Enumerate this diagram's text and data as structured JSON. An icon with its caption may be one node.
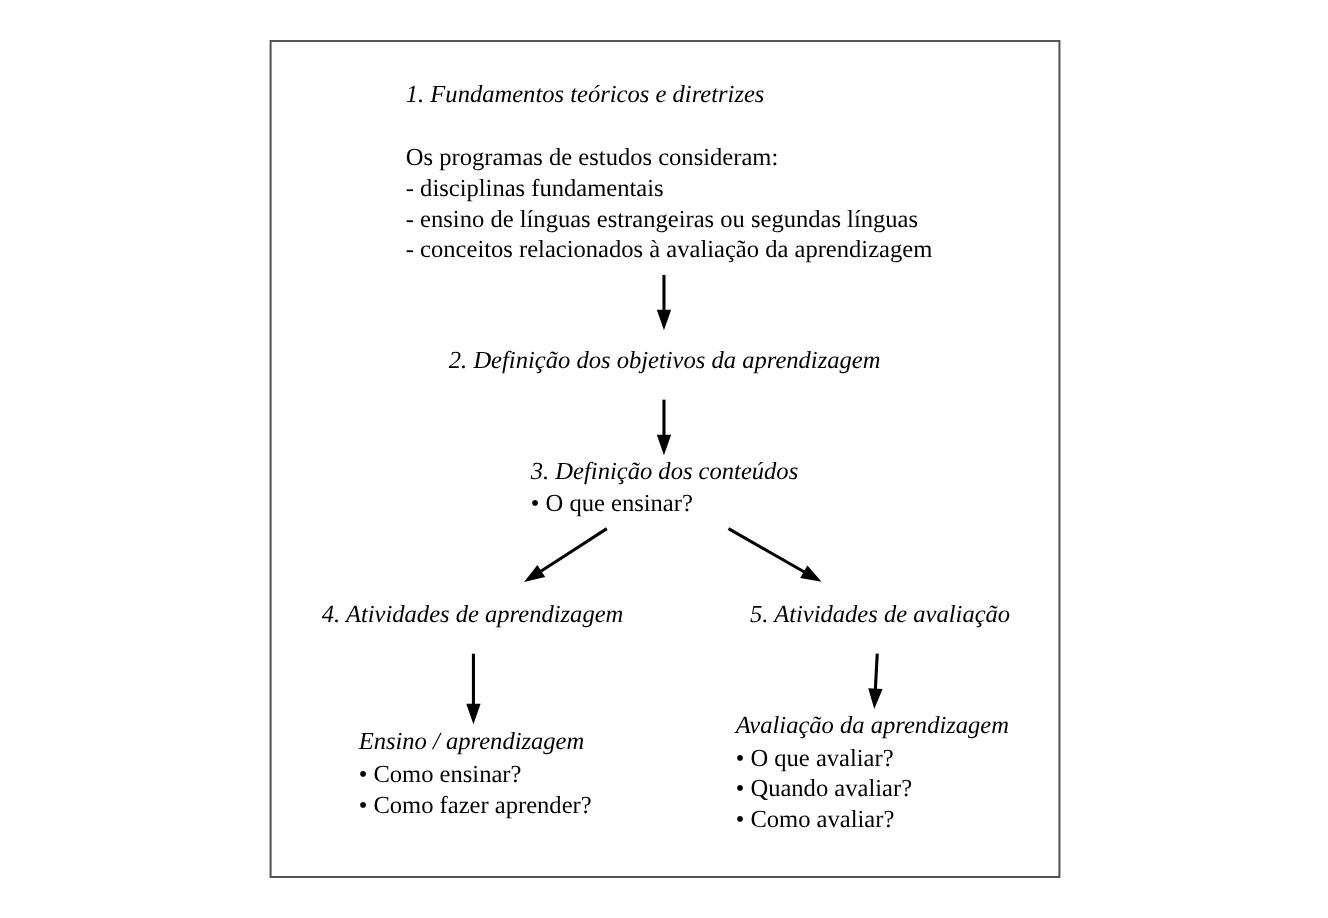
{
  "diagram": {
    "nodes": [
      {
        "text": [],
        "shape": "box"
      },
      {
        "text": [
          "1. Fundamentos teóricos e diretrizes",
          "Os programas de estudos consideram:",
          "- disciplinas fundamentais",
          "- ensino de línguas estrangeiras ou segundas línguas",
          "- conceitos relacionados à avaliação da aprendizagem"
        ],
        "in": 0
      },
      {
        "text": [
          "2. Definição dos objetivos da aprendizagem"
        ],
        "in": 0
      },
      {
        "text": [
          "3. Definição dos conteúdos",
          "• O que ensinar?"
        ],
        "in": 0
      },
      {
        "text": [
          "4. Atividades de aprendizagem"
        ],
        "in": 0
      },
      {
        "text": [
          "5. Atividades de avaliação"
        ],
        "in": 0
      },
      {
        "text": [
          "Ensino / aprendizagem",
          "• Como ensinar?",
          "• Como fazer aprender?"
        ],
        "in": 0
      },
      {
        "text": [
          "Avaliação da aprendizagem",
          "• O que avaliar?",
          "• Quando avaliar?",
          "• Como avaliar?"
        ],
        "in": 0
      }
    ],
    "edges": [
      {
        "from": 1,
        "to": 2,
        "arrow": "to"
      },
      {
        "from": 2,
        "to": 3,
        "arrow": "to"
      },
      {
        "from": 3,
        "to": 4,
        "arrow": "to"
      },
      {
        "from": 3,
        "to": 5,
        "arrow": "to"
      },
      {
        "from": 4,
        "to": 6,
        "arrow": "to"
      },
      {
        "from": 5,
        "to": 7,
        "arrow": "to"
      }
    ]
  }
}
